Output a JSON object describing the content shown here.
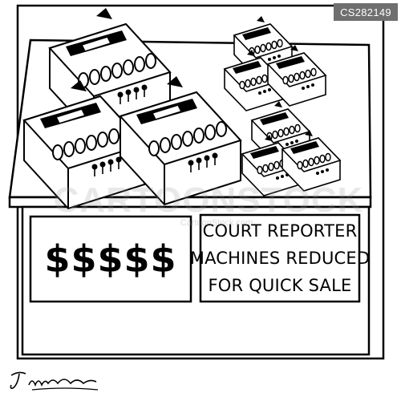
{
  "badge": {
    "id": "CS282149"
  },
  "signs": {
    "price": "$$$$$",
    "sale_lines": [
      "COURT REPORTER",
      "MACHINES REDUCED",
      "FOR QUICK SALE"
    ]
  },
  "watermark": {
    "text": "CARTOONSTOCK",
    "sub": "CartoonStock.com"
  },
  "signature": {
    "text": "J. McCracken"
  },
  "colors": {
    "ink": "#000000",
    "paper": "#ffffff",
    "badge": "#6f6f6f"
  }
}
